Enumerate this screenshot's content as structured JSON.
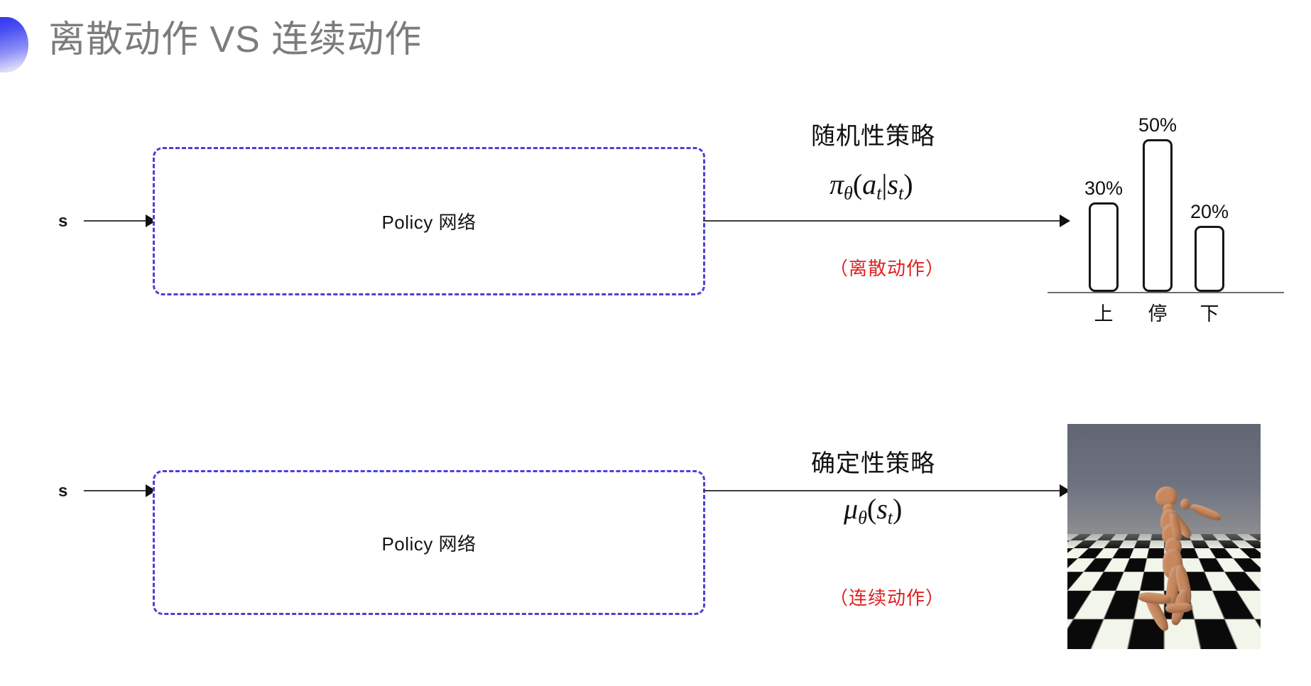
{
  "slide": {
    "title": "离散动作 VS 连续动作",
    "bullet_icon": "half-circle-gradient-icon",
    "accent_color": "#4a41d6",
    "highlight_color": "#e02020",
    "title_color": "#7c7c7c"
  },
  "rows": [
    {
      "id": "discrete",
      "input_label": "s",
      "box_label": "Policy 网络",
      "annotation_title": "随机性策略",
      "formula_plain": "π_θ(a_t|s_t)",
      "formula": {
        "fn": "π",
        "param": "θ",
        "open": "(",
        "arg1": "a",
        "arg1sub": "t",
        "bar": "|",
        "arg2": "s",
        "arg2sub": "t",
        "close": ")"
      },
      "note": "（离散动作）",
      "output_kind": "bar-chart"
    },
    {
      "id": "continuous",
      "input_label": "s",
      "box_label": "Policy 网络",
      "annotation_title": "确定性策略",
      "formula_plain": "μ_θ(s_t)",
      "formula": {
        "fn": "μ",
        "param": "θ",
        "open": "(",
        "arg1": "s",
        "arg1sub": "t",
        "bar": "",
        "arg2": "",
        "arg2sub": "",
        "close": ")"
      },
      "note": "（连续动作）",
      "output_kind": "humanoid-simulation"
    }
  ],
  "chart_data": {
    "type": "bar",
    "title": "",
    "categories": [
      "上",
      "停",
      "下"
    ],
    "values": [
      30,
      50,
      20
    ],
    "value_labels": [
      "30%",
      "50%",
      "20%"
    ],
    "xlabel": "",
    "ylabel": "",
    "ylim": [
      0,
      60
    ],
    "grid": false,
    "legend": "none",
    "bar_fill": "#ffffff",
    "bar_stroke": "#161616"
  },
  "simulation": {
    "caption": "humanoid-simulation",
    "sky_color": "#6f7380",
    "floor_pattern": "checkerboard",
    "body_color": "#c8875c"
  }
}
